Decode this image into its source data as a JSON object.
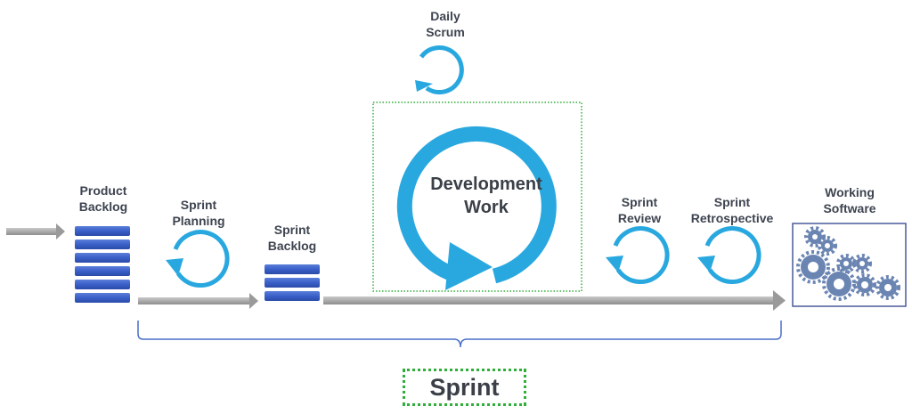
{
  "labels": {
    "product_backlog": "Product\nBacklog",
    "sprint_planning": "Sprint\nPlanning",
    "sprint_backlog": "Sprint\nBacklog",
    "daily_scrum": "Daily\nScrum",
    "development_work": "Development\nWork",
    "sprint_review": "Sprint\nReview",
    "sprint_retrospective": "Sprint\nRetrospective",
    "working_software": "Working\nSoftware",
    "sprint": "Sprint"
  },
  "colors": {
    "cycle": "#29a8e0",
    "backlog_bar": "#3a5fc8",
    "flow_arrow": "#a8a8a8",
    "bracket": "#4a6fc7",
    "dotted_frame": "#2fae3a",
    "gear": "#6b85b3"
  },
  "icons": {
    "cycle": "circular-arrow-icon",
    "gears": "gears-icon",
    "stack": "backlog-stack-icon"
  }
}
